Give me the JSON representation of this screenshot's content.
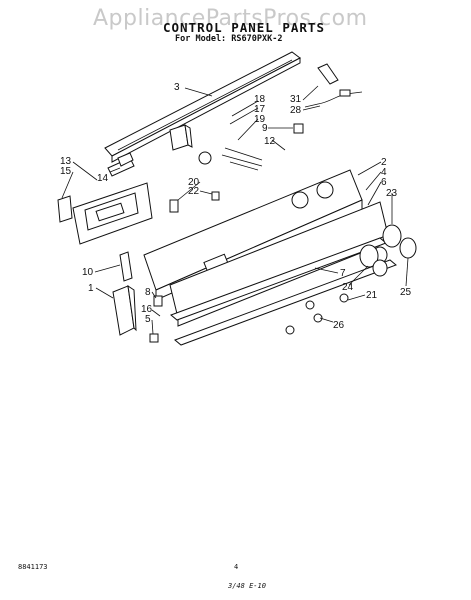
{
  "watermark": "AppliancePartsPros.com",
  "title": "CONTROL PANEL PARTS",
  "model_line": "For Model: RS670PXK-2",
  "footer": {
    "left_code": "8841173",
    "page_number": "4",
    "handwritten_note": "3/48 E-10"
  },
  "callouts": [
    "3",
    "18",
    "17",
    "19",
    "9",
    "12",
    "31",
    "28",
    "13",
    "15",
    "14",
    "20",
    "22",
    "2",
    "4",
    "6",
    "23",
    "10",
    "1",
    "8",
    "16",
    "5",
    "7",
    "24",
    "21",
    "25",
    "26"
  ]
}
